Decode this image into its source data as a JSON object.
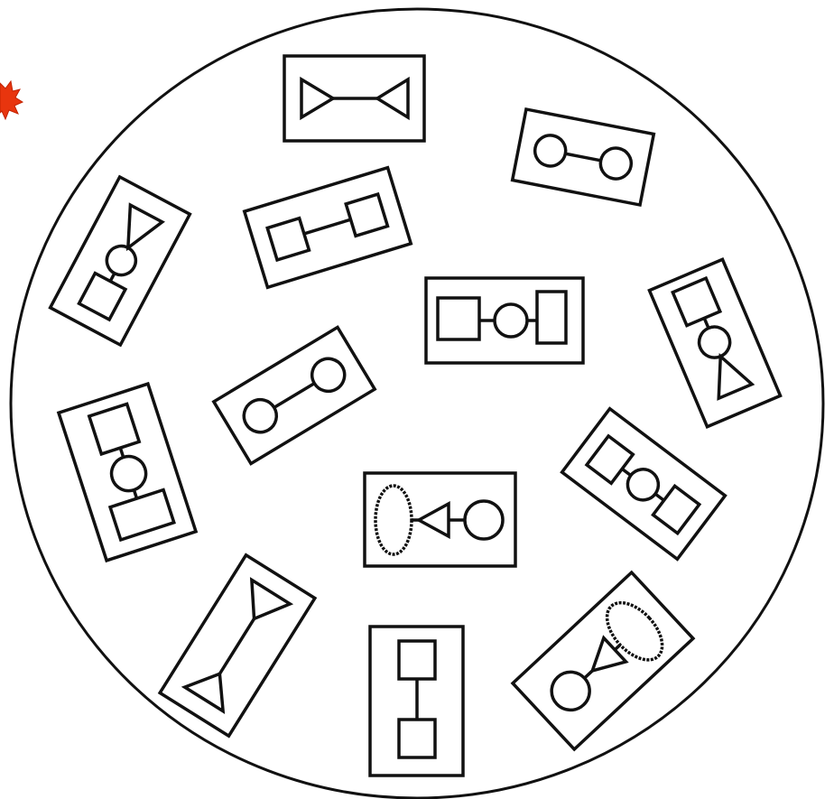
{
  "diagram": {
    "boundary": "circle",
    "corner_mark": "red-splat",
    "colors": {
      "line": "#111111",
      "background": "#ffffff",
      "splat": "#e8350e"
    },
    "cards": [
      {
        "id": "triangle-line-triangle",
        "shapes": [
          "triangle",
          "line",
          "triangle"
        ]
      },
      {
        "id": "circle-line-circle-a",
        "shapes": [
          "circle",
          "line",
          "circle"
        ]
      },
      {
        "id": "square-line-square",
        "shapes": [
          "square",
          "line",
          "square"
        ]
      },
      {
        "id": "square-circle-triangle-left",
        "shapes": [
          "square",
          "circle",
          "triangle"
        ]
      },
      {
        "id": "square-circle-rectangle-center",
        "shapes": [
          "square",
          "circle",
          "rectangle"
        ]
      },
      {
        "id": "square-circle-triangle-right",
        "shapes": [
          "square",
          "circle",
          "triangle"
        ]
      },
      {
        "id": "circle-line-circle-b",
        "shapes": [
          "circle",
          "line",
          "circle"
        ]
      },
      {
        "id": "square-circle-rectangle-left",
        "shapes": [
          "square",
          "circle",
          "rectangle"
        ]
      },
      {
        "id": "rectangle-circle-rectangle-right",
        "shapes": [
          "rectangle",
          "circle",
          "rectangle"
        ]
      },
      {
        "id": "ellipse-triangle-circle",
        "shapes": [
          "ellipse",
          "triangle",
          "circle"
        ]
      },
      {
        "id": "triangle-line-triangle-diagonal",
        "shapes": [
          "triangle",
          "line",
          "triangle"
        ]
      },
      {
        "id": "square-line-square-vertical",
        "shapes": [
          "square",
          "line",
          "square"
        ]
      },
      {
        "id": "circle-triangle-ellipse",
        "shapes": [
          "circle",
          "triangle",
          "ellipse"
        ]
      }
    ]
  }
}
